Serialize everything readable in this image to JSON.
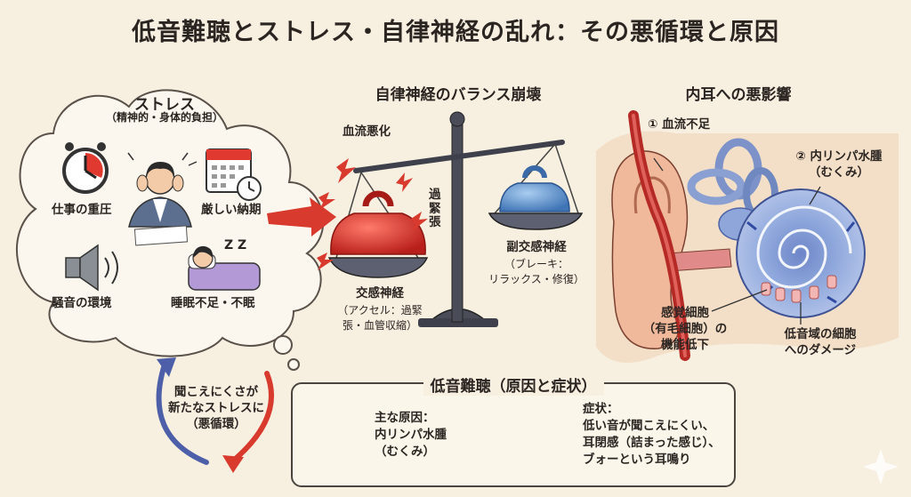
{
  "title": "低音難聴とストレス・自律神経の乱れ：その悪循環と原因",
  "stress": {
    "heading": "ストレス",
    "sub": "（精神的・身体的負担）",
    "items": [
      "仕事の重圧",
      "厳しい納期",
      "騒音の環境",
      "睡眠不足・不眠"
    ],
    "zzz": "Z Z"
  },
  "balance": {
    "heading": "自律神経のバランス崩壊",
    "blood_worse": "血流悪化",
    "tension": "過緊張",
    "sympathetic_title": "交感神経",
    "sympathetic_desc_1": "（アクセル：過緊",
    "sympathetic_desc_2": "張・血管収縮）",
    "para_title": "副交感神経",
    "para_desc_1": "（ブレーキ：",
    "para_desc_2": "リラックス・修復）"
  },
  "inner_ear": {
    "heading": "内耳への悪影響",
    "point1": "① 血流不足",
    "point2_1": "② 内リンパ水腫",
    "point2_2": "（むくみ）",
    "sensory_1": "感覚細胞",
    "sensory_2": "（有毛細胞）の",
    "sensory_3": "機能低下",
    "damage_1": "低音域の細胞",
    "damage_2": "へのダメージ"
  },
  "cycle": {
    "line1": "聞こえにくさが",
    "line2": "新たなストレスに",
    "line3": "（悪循環）"
  },
  "summary": {
    "heading": "低音難聴（原因と症状）",
    "cause_1": "主な原因：",
    "cause_2": "内リンパ水腫",
    "cause_3": "（むくみ）",
    "symptom_1": "症状：",
    "symptom_2": "低い音が聞こえにくい、",
    "symptom_3": "耳閉感（詰まった感じ）、",
    "symptom_4": "ブォーという耳鳴り"
  },
  "colors": {
    "sympathetic": "#d8322b",
    "parasympathetic": "#5b8fc9",
    "arrow_red": "#d83a2e",
    "arrow_blue": "#4d5fa8",
    "cloud": "#fbf7ee"
  }
}
